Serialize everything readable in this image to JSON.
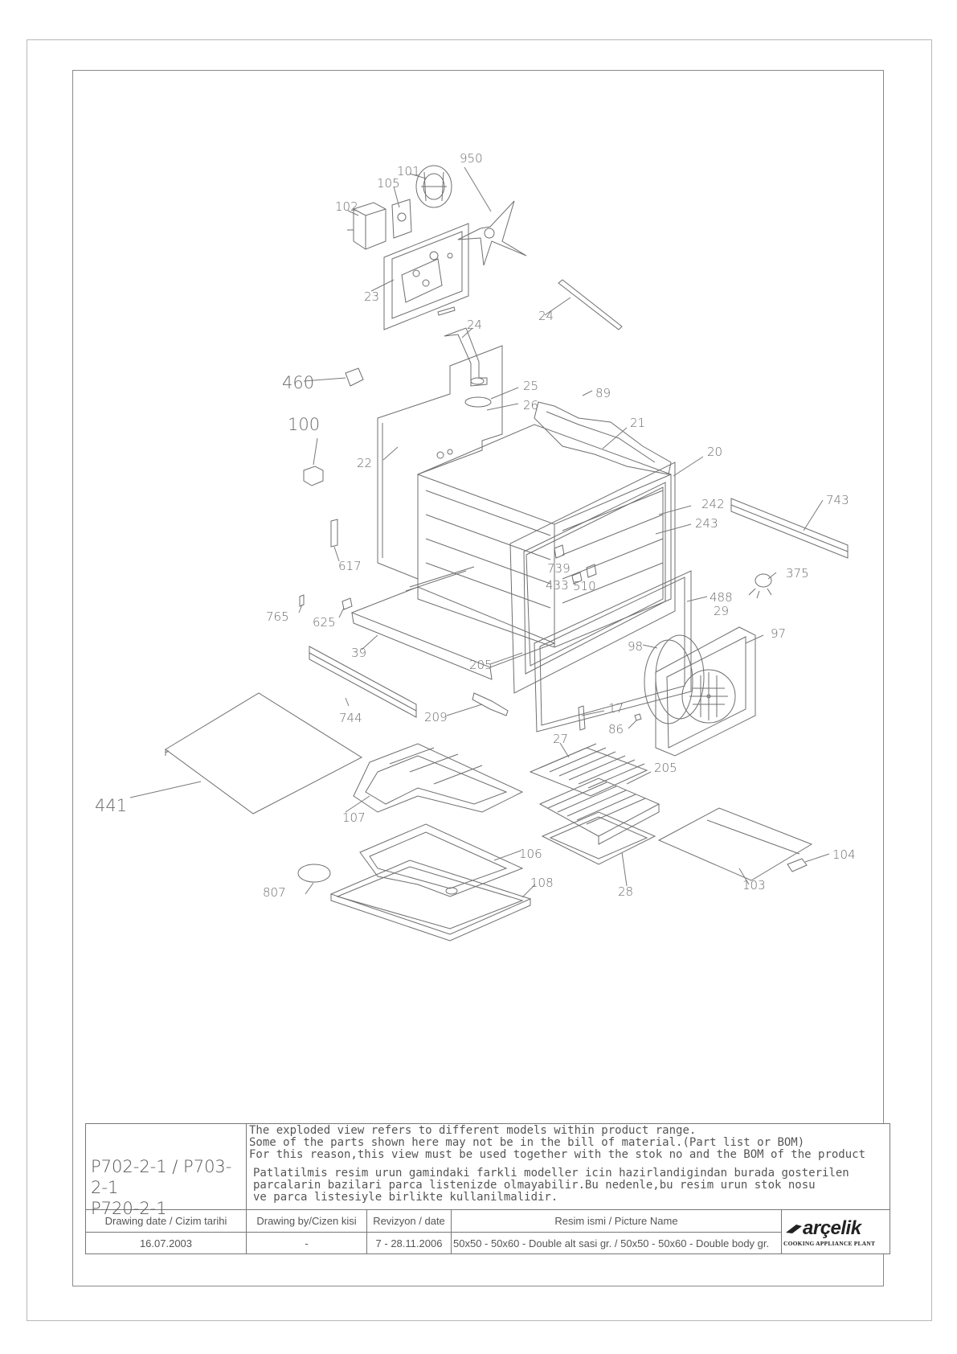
{
  "parts": [
    {
      "id": "950"
    },
    {
      "id": "101"
    },
    {
      "id": "105"
    },
    {
      "id": "102"
    },
    {
      "id": "23"
    },
    {
      "id": "24a",
      "label": "24"
    },
    {
      "id": "24b",
      "label": "24"
    },
    {
      "id": "460"
    },
    {
      "id": "25"
    },
    {
      "id": "26"
    },
    {
      "id": "89"
    },
    {
      "id": "100"
    },
    {
      "id": "21"
    },
    {
      "id": "22"
    },
    {
      "id": "20"
    },
    {
      "id": "743"
    },
    {
      "id": "242"
    },
    {
      "id": "243"
    },
    {
      "id": "617"
    },
    {
      "id": "739"
    },
    {
      "id": "433"
    },
    {
      "id": "510"
    },
    {
      "id": "375"
    },
    {
      "id": "765"
    },
    {
      "id": "625"
    },
    {
      "id": "488"
    },
    {
      "id": "29"
    },
    {
      "id": "97"
    },
    {
      "id": "39"
    },
    {
      "id": "98"
    },
    {
      "id": "205a",
      "label": "205"
    },
    {
      "id": "744"
    },
    {
      "id": "209"
    },
    {
      "id": "17"
    },
    {
      "id": "86"
    },
    {
      "id": "27"
    },
    {
      "id": "205b",
      "label": "205"
    },
    {
      "id": "441"
    },
    {
      "id": "107"
    },
    {
      "id": "106"
    },
    {
      "id": "104"
    },
    {
      "id": "807"
    },
    {
      "id": "108"
    },
    {
      "id": "28"
    },
    {
      "id": "103"
    }
  ],
  "title_block": {
    "models_line1": "P702-2-1 / P703-2-1",
    "models_line2": "P720-2-1",
    "note_en": "The exploded view refers to different models within product range.\nSome of the parts shown here may not be in the bill of material.(Part list or BOM)\nFor this reason,this view must be used together with the stok no and the BOM of the product",
    "note_tr": "Patlatilmis resim urun gamindaki farkli modeller icin hazirlandigindan burada gosterilen\nparcalarin bazilari parca listenizde olmayabilir.Bu nedenle,bu resim urun stok nosu\nve parca listesiyle birlikte kullanilmalidir.",
    "headers": {
      "drawing_date": "Drawing date / Cizim tarihi",
      "drawn_by": "Drawing by/Cizen kisi",
      "revision": "Revizyon / date",
      "picture_name": "Resim ismi / Picture Name"
    },
    "values": {
      "drawing_date": "16.07.2003",
      "drawn_by": "-",
      "revision": "7 - 28.11.2006",
      "picture_name": "50x50 - 50x60 - Double alt sasi gr. / 50x50 - 50x60 - Double body gr."
    },
    "logo": {
      "name": "arçelik",
      "tagline": "COOKING APPLIANCE PLANT"
    }
  },
  "colors": {
    "line": "#6f6f6f",
    "label": "#6a6a6a",
    "frame": "#8a8a8a"
  }
}
